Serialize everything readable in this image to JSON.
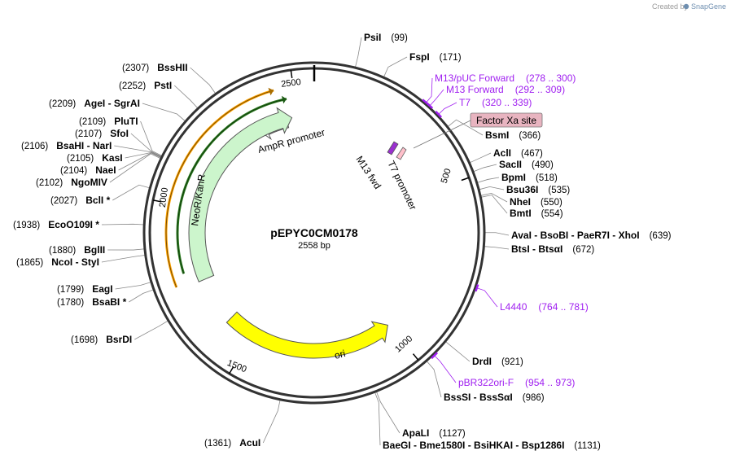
{
  "watermark": {
    "prefix": "Created by",
    "brand": "SnapGene"
  },
  "plasmid": {
    "name": "pEPYC0CM0178",
    "length_label": "2558 bp",
    "length": 2558
  },
  "ticks": [
    {
      "pos": 500,
      "label": "500"
    },
    {
      "pos": 1000,
      "label": "1000"
    },
    {
      "pos": 1500,
      "label": "1500"
    },
    {
      "pos": 2000,
      "label": "2000"
    },
    {
      "pos": 2500,
      "label": "2500"
    }
  ],
  "sites": [
    {
      "name": "PsiI",
      "pos": 99,
      "pos_label": "(99)"
    },
    {
      "name": "FspI",
      "pos": 171,
      "pos_label": "(171)"
    },
    {
      "name": "BsmI",
      "pos": 366,
      "pos_label": "(366)"
    },
    {
      "name": "AclI",
      "pos": 467,
      "pos_label": "(467)"
    },
    {
      "name": "SacII",
      "pos": 490,
      "pos_label": "(490)"
    },
    {
      "name": "BpmI",
      "pos": 518,
      "pos_label": "(518)"
    },
    {
      "name": "Bsu36I",
      "pos": 535,
      "pos_label": "(535)"
    },
    {
      "name": "NheI",
      "pos": 550,
      "pos_label": "(550)"
    },
    {
      "name": "BmtI",
      "pos": 554,
      "pos_label": "(554)"
    },
    {
      "name": "AvaI - BsoBI - PaeR7I - XhoI",
      "pos": 639,
      "pos_label": "(639)"
    },
    {
      "name": "BtsI - BtsαI",
      "pos": 672,
      "pos_label": "(672)"
    },
    {
      "name": "DrdI",
      "pos": 921,
      "pos_label": "(921)"
    },
    {
      "name": "BssSI - BssSαI",
      "pos": 986,
      "pos_label": "(986)"
    },
    {
      "name": "ApaLI",
      "pos": 1127,
      "pos_label": "(1127)"
    },
    {
      "name": "BaeGI - Bme1580I - BsiHKAI - Bsp1286I",
      "pos": 1131,
      "pos_label": "(1131)"
    },
    {
      "name": "AcuI",
      "pos": 1361,
      "pos_label": "(1361)"
    },
    {
      "name": "BsrDI",
      "pos": 1698,
      "pos_label": "(1698)"
    },
    {
      "name": "BsaBI *",
      "pos": 1780,
      "pos_label": "(1780)"
    },
    {
      "name": "EagI",
      "pos": 1799,
      "pos_label": "(1799)"
    },
    {
      "name": "NcoI - StyI",
      "pos": 1865,
      "pos_label": "(1865)"
    },
    {
      "name": "BglII",
      "pos": 1880,
      "pos_label": "(1880)"
    },
    {
      "name": "EcoO109I *",
      "pos": 1938,
      "pos_label": "(1938)"
    },
    {
      "name": "BclI *",
      "pos": 2027,
      "pos_label": "(2027)"
    },
    {
      "name": "NgoMIV",
      "pos": 2102,
      "pos_label": "(2102)"
    },
    {
      "name": "NaeI",
      "pos": 2104,
      "pos_label": "(2104)"
    },
    {
      "name": "KasI",
      "pos": 2105,
      "pos_label": "(2105)"
    },
    {
      "name": "BsaHI - NarI",
      "pos": 2106,
      "pos_label": "(2106)"
    },
    {
      "name": "SfoI",
      "pos": 2107,
      "pos_label": "(2107)"
    },
    {
      "name": "PluTI",
      "pos": 2109,
      "pos_label": "(2109)"
    },
    {
      "name": "AgeI - SgrAI",
      "pos": 2209,
      "pos_label": "(2209)"
    },
    {
      "name": "PstI",
      "pos": 2252,
      "pos_label": "(2252)"
    },
    {
      "name": "BssHII",
      "pos": 2307,
      "pos_label": "(2307)"
    }
  ],
  "primers": [
    {
      "name": "M13/pUC Forward",
      "range": "(278 .. 300)",
      "start": 278,
      "end": 300
    },
    {
      "name": "M13 Forward",
      "range": "(292 .. 309)",
      "start": 292,
      "end": 309
    },
    {
      "name": "T7",
      "range": "(320 .. 339)",
      "start": 320,
      "end": 339
    },
    {
      "name": "L4440",
      "range": "(764 .. 781)",
      "start": 764,
      "end": 781
    },
    {
      "name": "pBR322ori-F",
      "range": "(954 .. 973)",
      "start": 954,
      "end": 973
    }
  ],
  "features": [
    {
      "name": "ori",
      "type": "rep_origin",
      "start": 1005,
      "end": 1594,
      "strand": -1,
      "color": "#ffff00"
    },
    {
      "name": "AmpR promoter",
      "type": "promoter",
      "start": 2360,
      "end": 2461,
      "strand": 1,
      "color": "#ffffff"
    },
    {
      "name": "NeoR/KanR",
      "type": "CDS",
      "start": 1765,
      "end": 2445,
      "strand": 1,
      "color": "#ccf5cc"
    },
    {
      "name": "Factor Xa site",
      "type": "protein_bind",
      "pos": 366,
      "color": "#e8b4c0"
    },
    {
      "name": "T7 promoter",
      "type": "promoter",
      "pos": 345,
      "color": "#ffb6c1"
    },
    {
      "name": "M13 fwd",
      "type": "primer_bind",
      "pos": 320,
      "color": "#9b30d0"
    }
  ],
  "colors": {
    "primer": "#a020f0",
    "backbone": "#333333",
    "orf_orange": "#ffa500",
    "orf_green": "#2e7d22"
  }
}
